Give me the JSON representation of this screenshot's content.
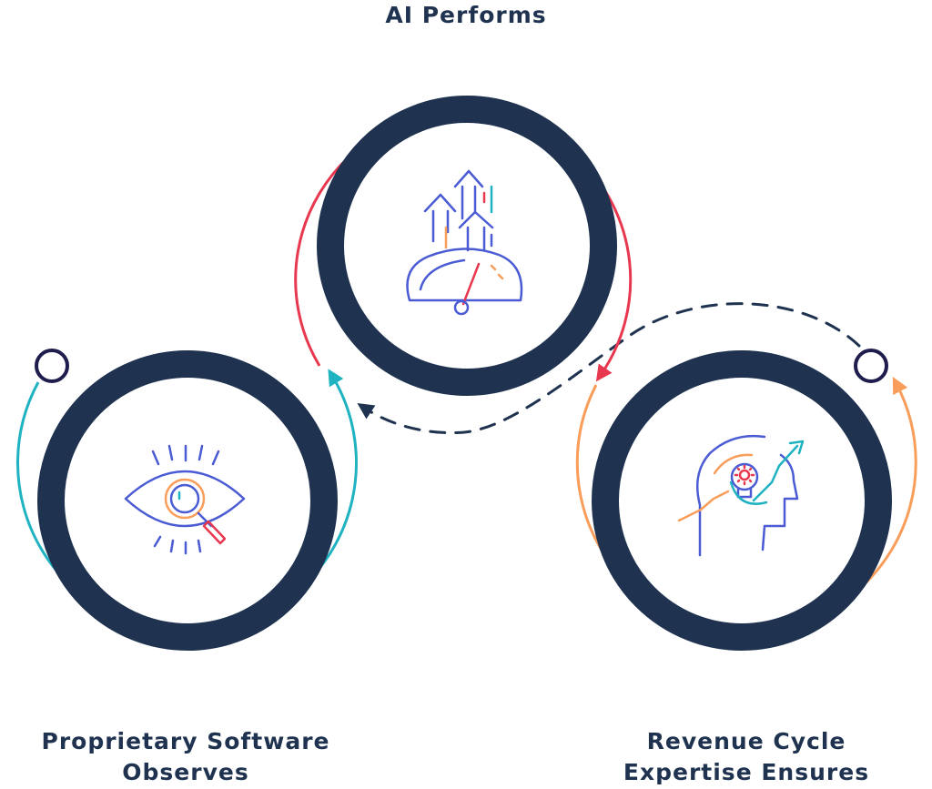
{
  "colors": {
    "ring": "#1f3350",
    "top_arc": "#e8384f",
    "left_arc": "#1fb3c1",
    "right_arc": "#f99d5b",
    "icon_primary": "#4a5bd4",
    "icon_accent_orange": "#f99d5b",
    "icon_accent_red": "#e8384f",
    "icon_accent_teal": "#1fb3c1",
    "dashed_connector": "#1f3350"
  },
  "steps": {
    "top": {
      "title": "AI Performs",
      "icon": "speedometer-growth-icon"
    },
    "left": {
      "title_line1": "Proprietary Software",
      "title_line2": "Observes",
      "icon": "eye-magnifier-icon"
    },
    "right": {
      "title_line1": "Revenue Cycle",
      "title_line2": "Expertise Ensures",
      "icon": "head-lightbulb-growth-icon"
    }
  }
}
